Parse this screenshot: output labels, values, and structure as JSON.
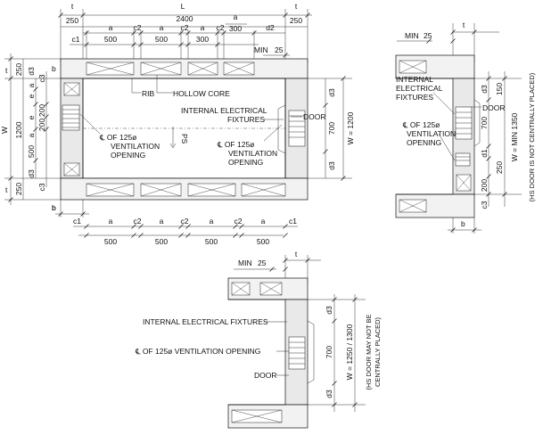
{
  "plan_a": {
    "top": {
      "t_left": "t",
      "L": "L",
      "t_right": "t",
      "d250_left": "250",
      "d2400": "2400",
      "d250_right": "250",
      "a1": "a",
      "c2_1": "c2",
      "a2": "a",
      "c2_2": "c2",
      "a3": "a",
      "c2_3": "c2",
      "d2": "d2",
      "c1": "c1",
      "d500_1": "500",
      "d500_2": "500",
      "d300": "300",
      "a_small": "a",
      "d300_b": "300",
      "min_label": "MIN",
      "min_val": "25"
    },
    "left": {
      "t_top": "t",
      "d250_top": "250",
      "d3_top": "d3",
      "b_top": "b",
      "a_top": "a",
      "c3_top": "c3",
      "d200_1": "200",
      "e_1": "e",
      "W": "W",
      "d1200": "1200",
      "e_2": "e",
      "d200_2": "200",
      "a_mid": "a",
      "d500": "500",
      "d3_bot": "d3",
      "c3_bot": "c3",
      "t_bot": "t",
      "d250_bot": "250",
      "b_bot": "b"
    },
    "labels": {
      "rib": "RIB",
      "hollow_core": "HOLLOW CORE",
      "internal_electrical": "INTERNAL ELECTRICAL",
      "fixtures": "FIXTURES",
      "door": "DOOR",
      "vent_left_1": "℄ OF 125ø",
      "vent_left_2": "VENTILATION",
      "vent_left_3": "OPENING",
      "vent_right_1": "℄ OF 125ø",
      "vent_right_2": "VENTILATION",
      "vent_right_3": "OPENING",
      "ps": "PS"
    },
    "right": {
      "d3_top": "d3",
      "d700": "700",
      "W1200": "W = 1200",
      "d3_bot": "d3"
    },
    "bottom": {
      "b": "b",
      "c1_left": "c1",
      "a1": "a",
      "c2_1": "c2",
      "a2": "a",
      "c2_2": "c2",
      "a3": "a",
      "c2_3": "c2",
      "a4": "a",
      "c1_right": "c1",
      "d500_1": "500",
      "d500_2": "500",
      "d500_3": "500",
      "d500_4": "500"
    }
  },
  "plan_b": {
    "min_label": "MIN",
    "min_val": "25",
    "t": "t",
    "internal_1": "INTERNAL",
    "internal_2": "ELECTRICAL",
    "internal_3": "FIXTURES",
    "door": "DOOR",
    "vent_1": "℄ OF 125ø",
    "vent_2": "VENTILATION",
    "vent_3": "OPENING",
    "d3": "d3",
    "d150": "150",
    "d700": "700",
    "d1": "d1",
    "d250": "250",
    "d200": "200",
    "W_min": "W = MIN 1350",
    "c3": "c3",
    "b": "b",
    "note": "(HS DOOR IS NOT CENTRALLY PLACED)"
  },
  "plan_c": {
    "min_label": "MIN",
    "min_val": "25",
    "t": "t",
    "internal": "INTERNAL ELECTRICAL FIXTURES",
    "vent": "℄ OF 125ø VENTILATION OPENING",
    "door": "DOOR",
    "d3_top": "d3",
    "d700": "700",
    "W": "W = 1250 / 1300",
    "d3_bot": "d3",
    "note_1": "(HS DOOR MAY NOT BE",
    "note_2": "CENTRALLY PLACED)"
  }
}
